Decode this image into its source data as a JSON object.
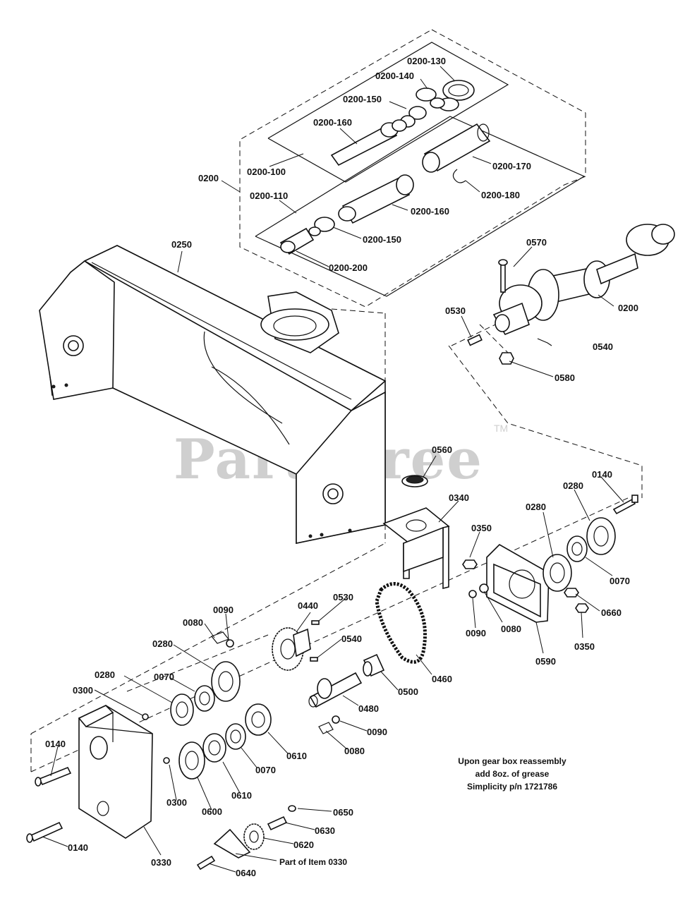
{
  "watermark": {
    "text": "PartsTree",
    "trademark": "TM"
  },
  "callouts": {
    "c0200_130": "0200-130",
    "c0200_140": "0200-140",
    "c0200_150a": "0200-150",
    "c0200_160a": "0200-160",
    "c0200_100": "0200-100",
    "c0200_170": "0200-170",
    "c0200_180": "0200-180",
    "c0200_main": "0200",
    "c0200_110": "0200-110",
    "c0200_160b": "0200-160",
    "c0200_150b": "0200-150",
    "c0200_200": "0200-200",
    "c0250": "0250",
    "c0570": "0570",
    "c0530a": "0530",
    "c0200_right": "0200",
    "c0540a": "0540",
    "c0580": "0580",
    "c0560": "0560",
    "c0340": "0340",
    "c0350a": "0350",
    "c0140a": "0140",
    "c0280a": "0280",
    "c0280b": "0280",
    "c0070a": "0070",
    "c0660": "0660",
    "c0090a": "0090",
    "c0080a": "0080",
    "c0350b": "0350",
    "c0590": "0590",
    "c0090b": "0090",
    "c0080b": "0080",
    "c0440": "0440",
    "c0530b": "0530",
    "c0540b": "0540",
    "c0460": "0460",
    "c0280c": "0280",
    "c0280d": "0280",
    "c0070b": "0070",
    "c0300a": "0300",
    "c0500": "0500",
    "c0480": "0480",
    "c0090c": "0090",
    "c0080c": "0080",
    "c0610a": "0610",
    "c0070c": "0070",
    "c0140b": "0140",
    "c0300b": "0300",
    "c0600": "0600",
    "c0610b": "0610",
    "c0650": "0650",
    "c0630": "0630",
    "c0620": "0620",
    "c0140c": "0140",
    "c0330": "0330",
    "c0640": "0640",
    "part_of_item": "Part of Item 0330"
  },
  "note": {
    "line1": "Upon gear box reassembly",
    "line2": "add 8oz. of grease",
    "line3": "Simplicity p/n 1721786"
  }
}
